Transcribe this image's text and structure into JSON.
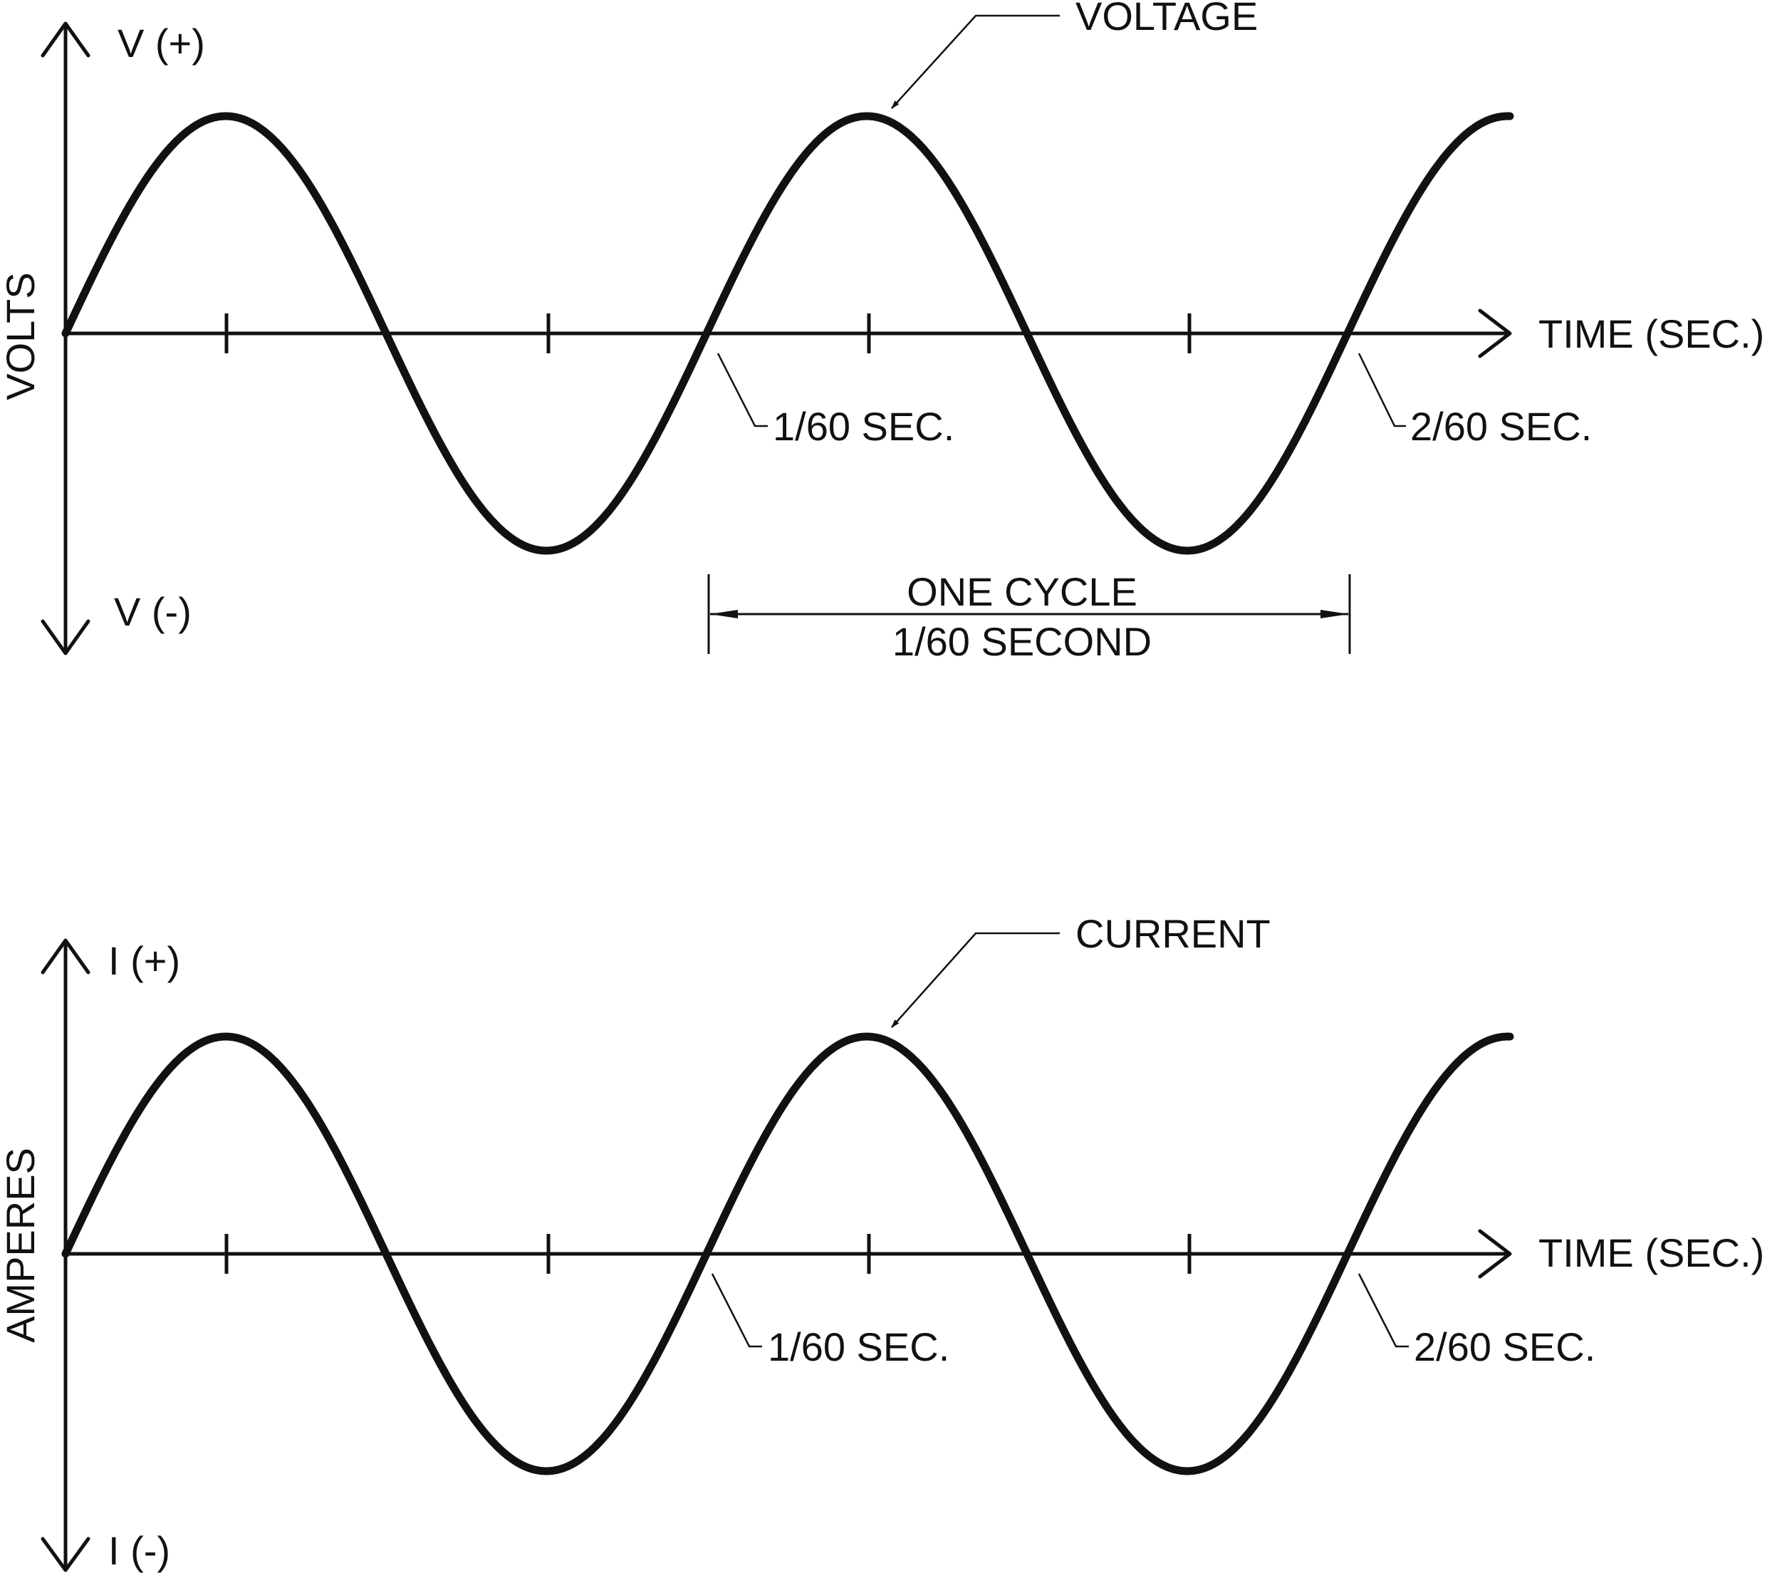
{
  "colors": {
    "line": "#111111",
    "background": "#ffffff"
  },
  "voltage_plot": {
    "y_positive_label": "V (+)",
    "y_negative_label": "V (-)",
    "y_axis_label": "VOLTS",
    "x_axis_label": "TIME (SEC.)",
    "curve_label": "VOLTAGE",
    "marker_1": "1/60 SEC.",
    "marker_2": "2/60 SEC.",
    "cycle_label_line1": "ONE CYCLE",
    "cycle_label_line2": "1/60 SECOND"
  },
  "current_plot": {
    "y_positive_label": "I (+)",
    "y_negative_label": "I (-)",
    "y_axis_label": "AMPERES",
    "x_axis_label": "TIME (SEC.)",
    "curve_label": "CURRENT",
    "marker_1": "1/60 SEC.",
    "marker_2": "2/60 SEC."
  }
}
